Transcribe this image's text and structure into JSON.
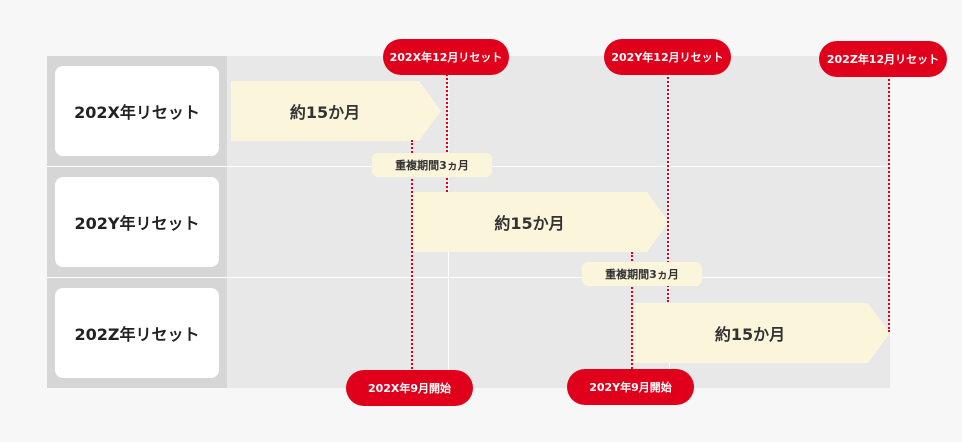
{
  "rows": [
    {
      "label": "202X年リセット"
    },
    {
      "label": "202Y年リセット"
    },
    {
      "label": "202Z年リセット"
    }
  ],
  "bars": [
    {
      "label": "約15か月"
    },
    {
      "label": "約15か月"
    },
    {
      "label": "約15か月"
    }
  ],
  "overlaps": [
    {
      "label": "重複期間3ヵ月"
    },
    {
      "label": "重複期間3ヵ月"
    }
  ],
  "reset_markers": [
    {
      "label": "202X年12月リセット"
    },
    {
      "label": "202Y年12月リセット"
    },
    {
      "label": "202Z年12月リセット"
    }
  ],
  "start_markers": [
    {
      "label": "202X年9月開始"
    },
    {
      "label": "202Y年9月開始"
    }
  ],
  "colors": {
    "accent": "#e0001b",
    "bar": "#fbf5dc",
    "grid": "#e8e8e8",
    "label_column": "#d6d6d6"
  }
}
